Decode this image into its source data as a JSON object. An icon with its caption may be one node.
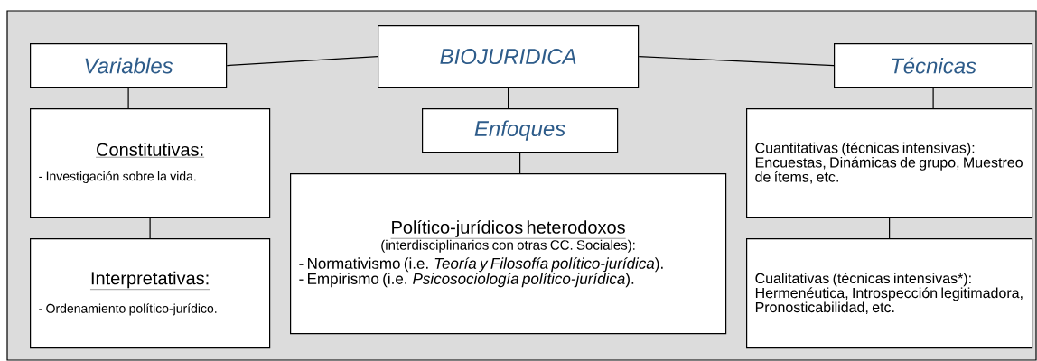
{
  "diagram": {
    "nodes": [
      {
        "text": [
          "BIOJURIDICA"
        ]
      },
      {
        "text": [
          "Variables"
        ]
      },
      {
        "text": [
          "Técnicas"
        ]
      },
      {
        "text": [
          "Constitutivas:",
          "- Investigación sobre la vida."
        ]
      },
      {
        "text": [
          "Enfoques"
        ]
      },
      {
        "text": [
          "Político-jurídicos heterodoxos",
          "(interdisciplinarios con otras CC. Sociales):",
          "- Normativismo (i.e. *Teoría y Filosofía político-jurídica*).",
          "- Empirismo (i.e. *Psicosociología político-jurídica*)."
        ]
      },
      {
        "text": [
          "Interpretativas:",
          "- Ordenamiento político-jurídico."
        ]
      },
      {
        "text": [
          "Cuantitativas (técnicas intensivas): Encuestas, Dinámicas de grupo, Muestreo de ítems, etc."
        ]
      },
      {
        "text": [
          "Cualitativas (técnicas intensivas*): Hermenéutica, Introspección legitimadora, Pronosticabilidad, etc."
        ]
      }
    ],
    "edges": [
      {
        "from": 1,
        "to": 0,
        "arrow": "none"
      },
      {
        "from": 0,
        "to": 2,
        "arrow": "none"
      },
      {
        "from": 0,
        "to": 4,
        "arrow": "none"
      },
      {
        "from": 4,
        "to": 5,
        "arrow": "none"
      },
      {
        "from": 1,
        "to": 3,
        "arrow": "none"
      },
      {
        "from": 3,
        "to": 6,
        "arrow": "none"
      },
      {
        "from": 2,
        "to": 7,
        "arrow": "none"
      },
      {
        "from": 7,
        "to": 8,
        "arrow": "none"
      }
    ]
  }
}
